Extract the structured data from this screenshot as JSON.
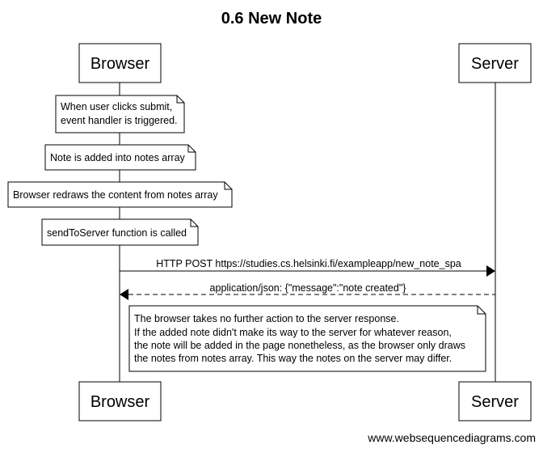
{
  "title": "0.6 New Note",
  "actors": {
    "browser": "Browser",
    "server": "Server"
  },
  "notes": [
    {
      "lines": [
        "When user clicks submit,",
        "event handler is triggered."
      ]
    },
    {
      "lines": [
        "Note is added into notes array"
      ]
    },
    {
      "lines": [
        "Browser redraws the content from notes array"
      ]
    },
    {
      "lines": [
        "sendToServer function is called"
      ]
    },
    {
      "lines": [
        "The browser takes no further action to the server response.",
        "If the added note didn't make its way to the server for whatever reason,",
        "the note will be added in the page nonetheless, as the browser only draws",
        "the notes from notes array. This way the notes on the server may differ."
      ]
    }
  ],
  "messages": [
    {
      "label": "HTTP POST https://studies.cs.helsinki.fi/exampleapp/new_note_spa",
      "from": "Browser",
      "to": "Server",
      "style": "solid"
    },
    {
      "label": "application/json: {\"message\":\"note created\"}",
      "from": "Server",
      "to": "Browser",
      "style": "dashed"
    }
  ],
  "footer": "www.websequencediagrams.com"
}
